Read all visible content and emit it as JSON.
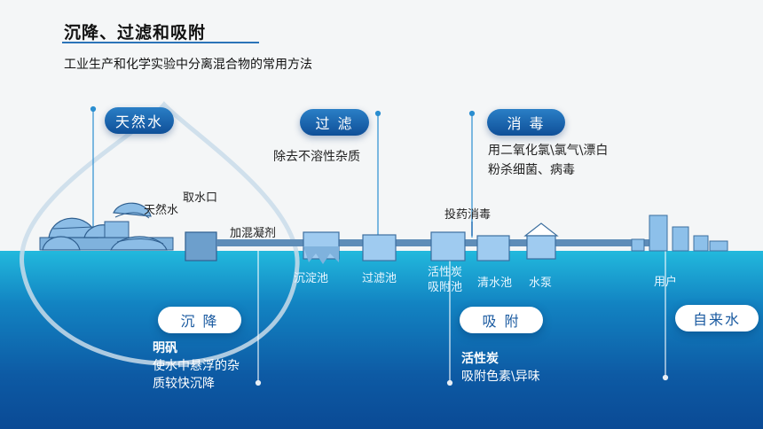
{
  "title": "沉降、过滤和吸附",
  "subtitle": "工业生产和化学实验中分离混合物的常用方法",
  "callouts": {
    "natural_water": "天然水",
    "filtration": "过 滤",
    "filtration_desc": "除去不溶性杂质",
    "disinfection": "消 毒",
    "disinfection_desc_1": "用二氧化氯\\氯气\\漂白",
    "disinfection_desc_2": "粉杀细菌、病毒",
    "sedimentation": "沉 降",
    "sedimentation_bold": "明矾",
    "sedimentation_desc_1": "使水中悬浮的杂",
    "sedimentation_desc_2": "质较快沉降",
    "adsorption": "吸 附",
    "adsorption_bold": "活性炭",
    "adsorption_desc": "吸附色素\\异味",
    "tap_water": "自来水"
  },
  "stations": {
    "natural_water": "天然水",
    "intake": "取水口",
    "coagulant": "加混凝剂",
    "settling_tank": "沉淀池",
    "filter_tank": "过滤池",
    "carbon_tank_1": "活性炭",
    "carbon_tank_2": "吸附池",
    "dosing": "投药消毒",
    "clear_water_tank": "清水池",
    "pump": "水泵",
    "user": "用户"
  },
  "colors": {
    "accent": "#2b74b8",
    "water_top": "#22b9dd",
    "water_bottom": "#0a4a95",
    "structure": "#7fb2dd",
    "pipe": "#5f8db8"
  }
}
